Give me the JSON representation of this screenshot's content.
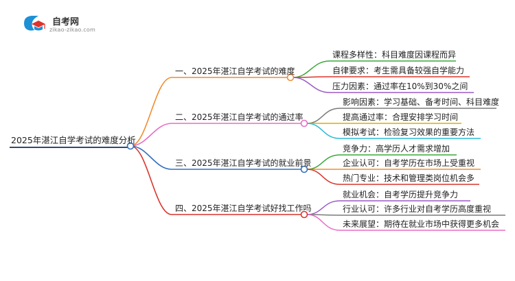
{
  "logo": {
    "title": "自考网",
    "url": "zikao-zikao.com",
    "icon": "graduation-cap-icon",
    "colors": {
      "primary": "#1e90d6",
      "accent": "#e0322b"
    }
  },
  "mindmap": {
    "root": "2025年湛江自学考试的难度分析",
    "branches": [
      {
        "label": "一、2025年湛江自学考试的难度",
        "color": "#f08c2e",
        "children": [
          {
            "label": "课程多样性：科目难度因课程而异",
            "color": "#39a839"
          },
          {
            "label": "自律要求：考生需具备较强自学能力",
            "color": "#d9342b"
          },
          {
            "label": "压力因素：通过率在10%到30%之间",
            "color": "#9b59c6"
          }
        ]
      },
      {
        "label": "二、2025年湛江自学考试的通过率",
        "color": "#e86cc6",
        "children": [
          {
            "label": "影响因素：学习基础、备考时间、科目难度",
            "color": "#7a7a7a"
          },
          {
            "label": "提高通过率：合理安排学习时间",
            "color": "#d7b000"
          },
          {
            "label": "模拟考试：检验复习效果的重要方法",
            "color": "#2bbcd6"
          }
        ]
      },
      {
        "label": "三、2025年湛江自学考试的就业前景",
        "color": "#2f6fc0",
        "children": [
          {
            "label": "竞争力：高学历人才需求增加",
            "color": "#39a839"
          },
          {
            "label": "企业认可：自考学历在市场上受重视",
            "color": "#f08c2e"
          },
          {
            "label": "热门专业：技术和管理类岗位机会多",
            "color": "#d9342b"
          }
        ]
      },
      {
        "label": "四、2025年湛江自学考试好找工作吗",
        "color": "#d9342b",
        "children": [
          {
            "label": "就业机会：自考学历提升竞争力",
            "color": "#9b59c6"
          },
          {
            "label": "行业认可：许多行业对自考学历高度重视",
            "color": "#7a7a7a"
          },
          {
            "label": "未来展望：期待在就业市场中获得更多机会",
            "color": "#e86cc6"
          }
        ]
      }
    ]
  }
}
